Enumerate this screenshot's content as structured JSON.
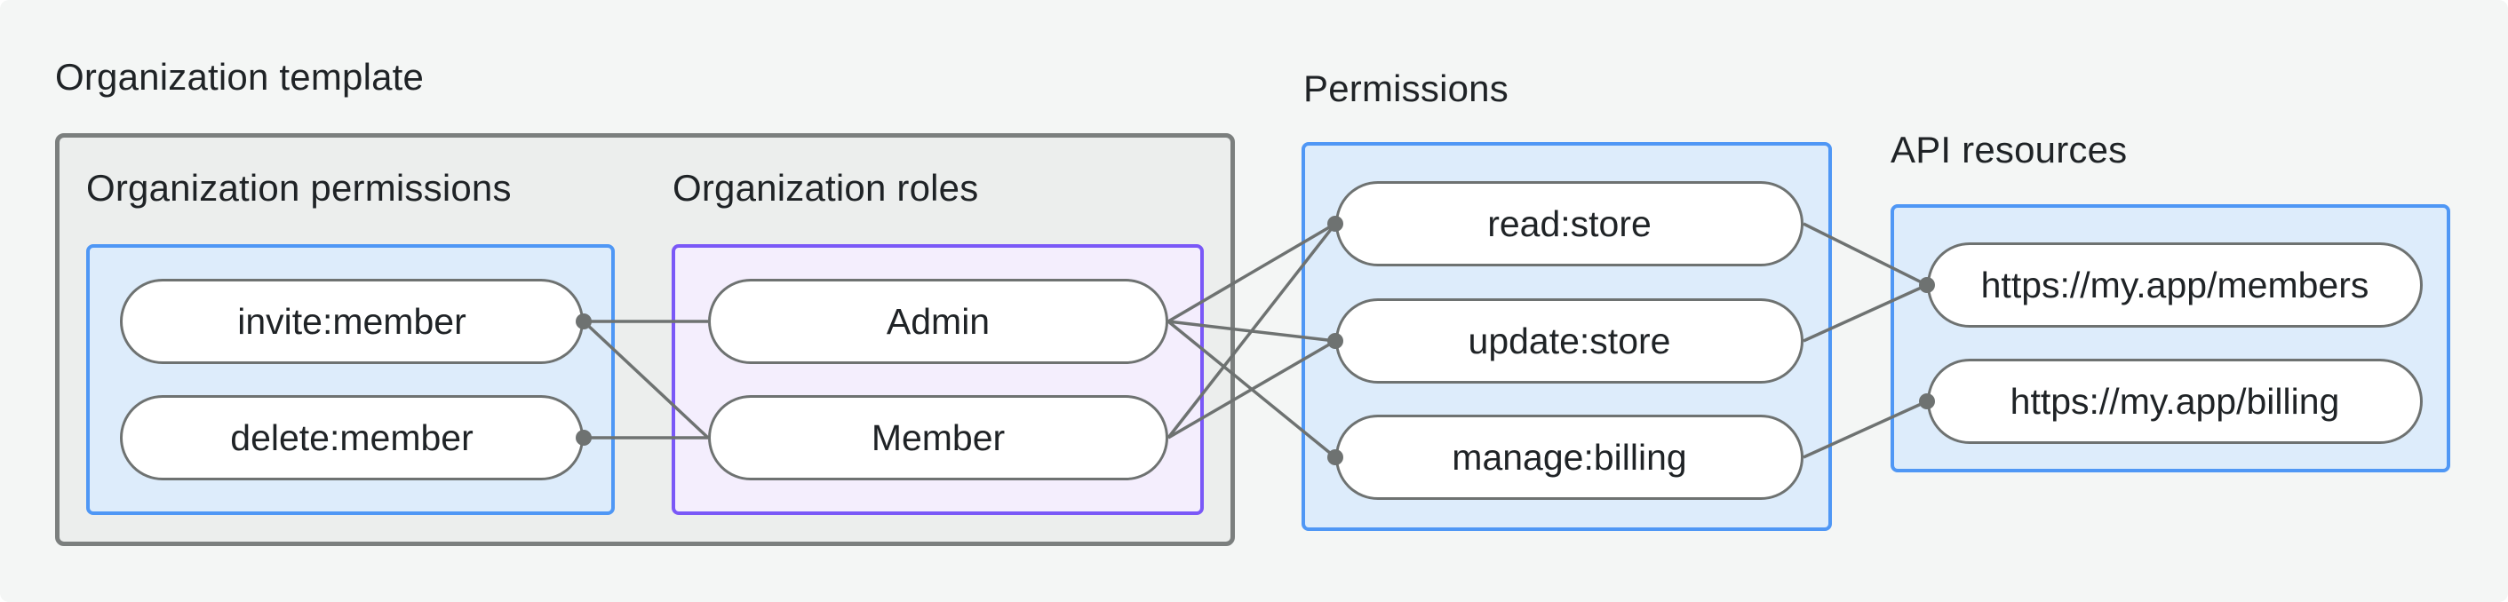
{
  "org_template": {
    "label": "Organization template",
    "permissions": {
      "label": "Organization permissions",
      "items": [
        "invite:member",
        "delete:member"
      ]
    },
    "roles": {
      "label": "Organization roles",
      "items": [
        "Admin",
        "Member"
      ]
    }
  },
  "permissions": {
    "label": "Permissions",
    "items": [
      "read:store",
      "update:store",
      "manage:billing"
    ]
  },
  "api_resources": {
    "label": "API resources",
    "items": [
      "https://my.app/members",
      "https://my.app/billing"
    ]
  },
  "edges": [
    {
      "from": "op_invite",
      "to": "role_admin"
    },
    {
      "from": "op_invite",
      "to": "role_member"
    },
    {
      "from": "op_delete",
      "to": "role_member"
    },
    {
      "from": "role_admin",
      "to": "perm_read"
    },
    {
      "from": "role_admin",
      "to": "perm_update"
    },
    {
      "from": "role_admin",
      "to": "perm_manage"
    },
    {
      "from": "role_member",
      "to": "perm_read"
    },
    {
      "from": "role_member",
      "to": "perm_update"
    },
    {
      "from": "perm_read",
      "to": "api_members"
    },
    {
      "from": "perm_update",
      "to": "api_members"
    },
    {
      "from": "perm_manage",
      "to": "api_billing"
    }
  ],
  "dots": [
    {
      "node": "op_invite",
      "side": "right"
    },
    {
      "node": "op_delete",
      "side": "right"
    },
    {
      "node": "perm_read",
      "side": "left"
    },
    {
      "node": "perm_update",
      "side": "left"
    },
    {
      "node": "perm_manage",
      "side": "left"
    },
    {
      "node": "api_members",
      "side": "left"
    },
    {
      "node": "api_billing",
      "side": "left"
    }
  ],
  "colors": {
    "background": "#f4f6f5",
    "container_fill": "#eceeed",
    "container_border": "#7b7f7e",
    "blue_fill": "#ddecfb",
    "blue_border": "#4f97f5",
    "purple_fill": "#f4eefd",
    "purple_border": "#7a58f7",
    "node_fill": "#ffffff",
    "node_border": "#6e7271",
    "line": "#6e7271",
    "text": "#1f2326"
  }
}
